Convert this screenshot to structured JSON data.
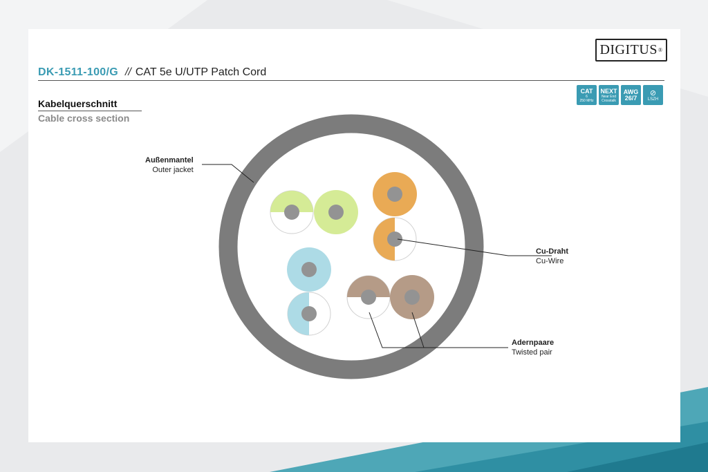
{
  "brand": {
    "logo": "DIGITUS",
    "registered": "®"
  },
  "product": {
    "sku": "DK-1511-100/G",
    "separator": "//",
    "name": "CAT 5e U/UTP Patch Cord"
  },
  "section": {
    "title_de": "Kabelquerschnitt",
    "title_en": "Cable cross section"
  },
  "badges": [
    {
      "main": "CAT",
      "sub1": "6",
      "sub2": "250 MHz"
    },
    {
      "main": "NEXT",
      "sub1": "Near End",
      "sub2": "Crosstalk"
    },
    {
      "main": "AWG",
      "sub1": "26/7",
      "sub2": ""
    },
    {
      "main": "LSZH",
      "icon": "no-halogen-icon"
    }
  ],
  "labels": {
    "jacket": {
      "de": "Außenmantel",
      "en": "Outer jacket"
    },
    "wire": {
      "de": "Cu-Draht",
      "en": "Cu-Wire"
    },
    "pair": {
      "de": "Adernpaare",
      "en": "Twisted pair"
    }
  },
  "colors": {
    "accent": "#3a9bb3",
    "jacket": "#7c7c7c",
    "conductor": "#939393",
    "green": "#d5eb96",
    "orange": "#e9aa55",
    "blue": "#addbe6",
    "brown": "#b59b87"
  }
}
